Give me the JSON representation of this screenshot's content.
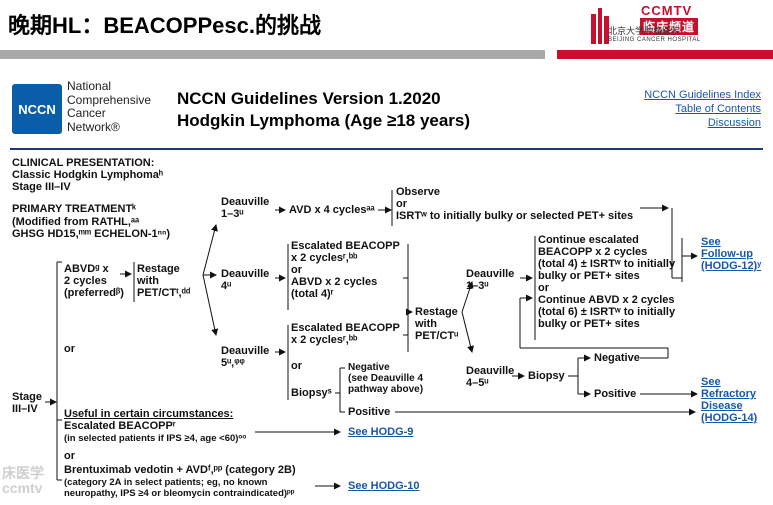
{
  "slide": {
    "title": "晚期HL：BEACOPPesc.的挑战",
    "brand_ccmtv": "CCMTV",
    "brand_cn": "临床频道",
    "brand_hospital_cn": "北京大学肿瘤医院",
    "brand_hospital_en": "BEIJING CANCER HOSPITAL",
    "accent_red": "#c8102e",
    "bar_gray": "#a9a9a9",
    "watermark_1": "床医学",
    "watermark_2": "ccmtv"
  },
  "header": {
    "logo_text": "NCCN",
    "org_name": "National\nComprehensive\nCancer\nNetwork®",
    "guide_title": "NCCN Guidelines Version 1.2020\nHodgkin Lymphoma (Age ≥18 years)",
    "links": [
      "NCCN Guidelines Index",
      "Table of Contents",
      "Discussion"
    ],
    "brand_blue": "#0a5da8"
  },
  "flow": {
    "clinical_label": "CLINICAL PRESENTATION:",
    "clinical_value": "Classic Hodgkin Lymphomaʰ\nStage III–IV",
    "primary_label": "PRIMARY TREATMENTᵏ",
    "primary_note": "(Modified from RATHL,ᵃᵃ\nGHSG HD15,ᵐᵐ ECHELON-1ⁿⁿ)",
    "stage": "Stage\nIII–IV",
    "abvd": "ABVDᵍ x\n2 cycles\n(preferredᵝ)",
    "restage1": "Restage\nwith\nPET/CTᵗ,ᵈᵈ",
    "or1": "or",
    "deauville_13": "Deauville\n1–3ᵘ",
    "avd": "AVD x 4 cyclesᵃᵃ",
    "observe": "Observe\nor\nISRTʷ to initially bulky or selected PET+ sites",
    "deauville_4": "Deauville\n4ᵘ",
    "esc_beacopp_a": "Escalated BEACOPP\nx 2 cyclesʳ,ᵇᵇ\nor\nABVD x 2 cycles\n(total 4)ʳ",
    "deauville_5": "Deauville\n5ᵘ,ᵠᵠ",
    "esc_beacopp_b": "Escalated BEACOPP\nx 2 cyclesʳ,ᵇᵇ",
    "or2": "or",
    "biopsy1": "Biopsyˢ",
    "negative1": "Negative\n(see Deauville 4\npathway above)",
    "positive1": "Positive",
    "restage2": "Restage\nwith\nPET/CTᵘ",
    "deauville_13b": "Deauville\n1–3ᵘ",
    "deauville_45": "Deauville\n4–5ᵘ",
    "continue": "Continue escalated\nBEACOPP x 2 cycles\n(total 4) ± ISRTʷ to initially\nbulky or PET+ sites\nor\nContinue ABVD x 2 cycles\n(total 6) ± ISRTʷ to initially\nbulky or PET+ sites",
    "biopsy2": "Biopsy",
    "negative2": "Negative",
    "positive2": "Positive",
    "see_followup": "See\nFollow-up\n(HODG-12)ʸ",
    "see_refractory": "See\nRefractory\nDisease\n(HODG-14)",
    "useful_label": "Useful in certain circumstances:",
    "esc_beacopp_c": "Escalated BEACOPPʳ",
    "esc_note": "(in selected patients if IPS ≥4, age <60)ᵒᵒ",
    "see_hodg9": "See HODG-9",
    "or3": "or",
    "bv_avd": "Brentuximab vedotin + AVDᶠ,ᵖᵖ (category 2B)",
    "bv_note": "(category 2A in select patients; eg, no known\nneuropathy, IPS ≥4 or bleomycin contraindicated)ᵖᵖ",
    "see_hodg10": "See HODG-10"
  }
}
